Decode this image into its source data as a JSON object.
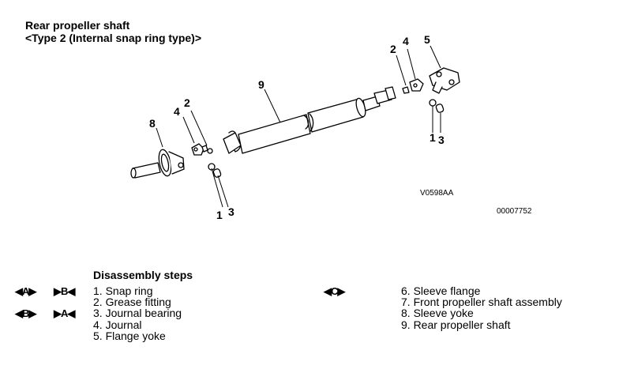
{
  "title": "Rear propeller shaft",
  "subtitle": "<Type 2 (Internal snap ring type)>",
  "figure": {
    "callouts": [
      "9",
      "8",
      "4",
      "2",
      "1",
      "3",
      "2",
      "4",
      "5",
      "1",
      "3"
    ],
    "code_a": "V0598AA",
    "code_b": "00007752"
  },
  "disassembly": {
    "heading": "Disassembly steps",
    "markers": {
      "row1_a": "◀A▶",
      "row1_b": "▶B◀",
      "row3_a": "◀B▶",
      "row3_b": "▶A◀",
      "row6_a": "◀C▶"
    },
    "left_steps": [
      "1. Snap ring",
      "2. Grease fitting",
      "3. Journal bearing",
      "4. Journal",
      "5. Flange yoke"
    ],
    "right_steps": [
      "6. Sleeve flange",
      "7. Front propeller shaft assembly",
      "8. Sleeve yoke",
      "9. Rear propeller shaft"
    ]
  }
}
